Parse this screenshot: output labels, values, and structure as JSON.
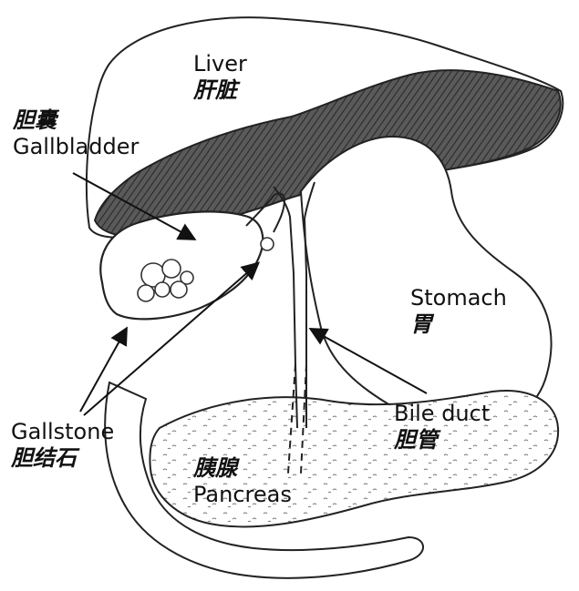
{
  "labels": {
    "liver": {
      "en": "Liver",
      "zh": "肝脏"
    },
    "gallbladder": {
      "zh": "胆囊",
      "en": "Gallbladder"
    },
    "stomach": {
      "en": "Stomach",
      "zh": "胃"
    },
    "bile_duct": {
      "en": "Bile duct",
      "zh": "胆管"
    },
    "gallstone": {
      "en": "Gallstone",
      "zh": "胆结石"
    },
    "pancreas": {
      "zh": "胰腺",
      "en": "Pancreas"
    }
  },
  "colors": {
    "ink": "#222222",
    "liver_shade": "#4a4a4a",
    "background": "#ffffff"
  }
}
